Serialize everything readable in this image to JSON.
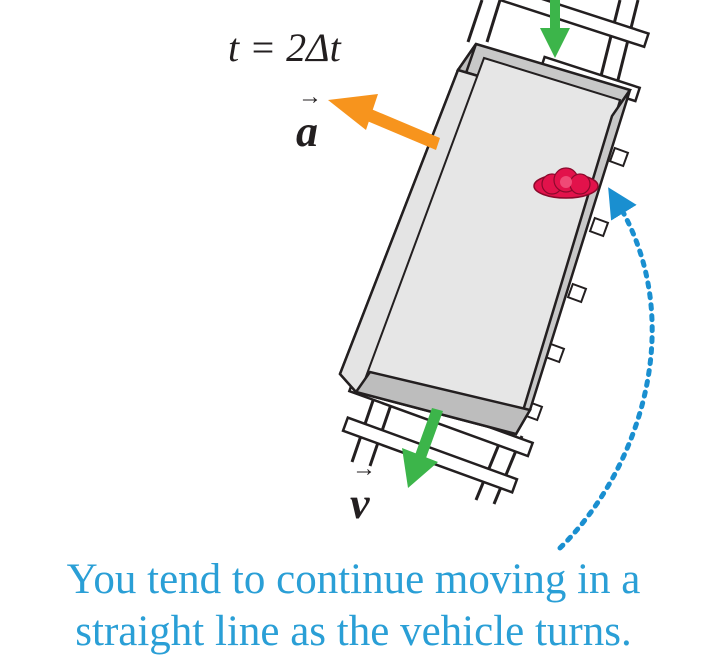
{
  "labels": {
    "time": "t = 2Δt",
    "acceleration": "a",
    "velocity": "v"
  },
  "caption": {
    "line1": "You tend to continue moving in a",
    "line2": "straight line as the vehicle turns."
  },
  "colors": {
    "acceleration_arrow": "#f7941d",
    "velocity_arrow": "#3cb54a",
    "passenger": "#e2124b",
    "path_dots": "#1a8fd0",
    "caption": "#2a9fd6",
    "vehicle": "#e4e4e4"
  }
}
